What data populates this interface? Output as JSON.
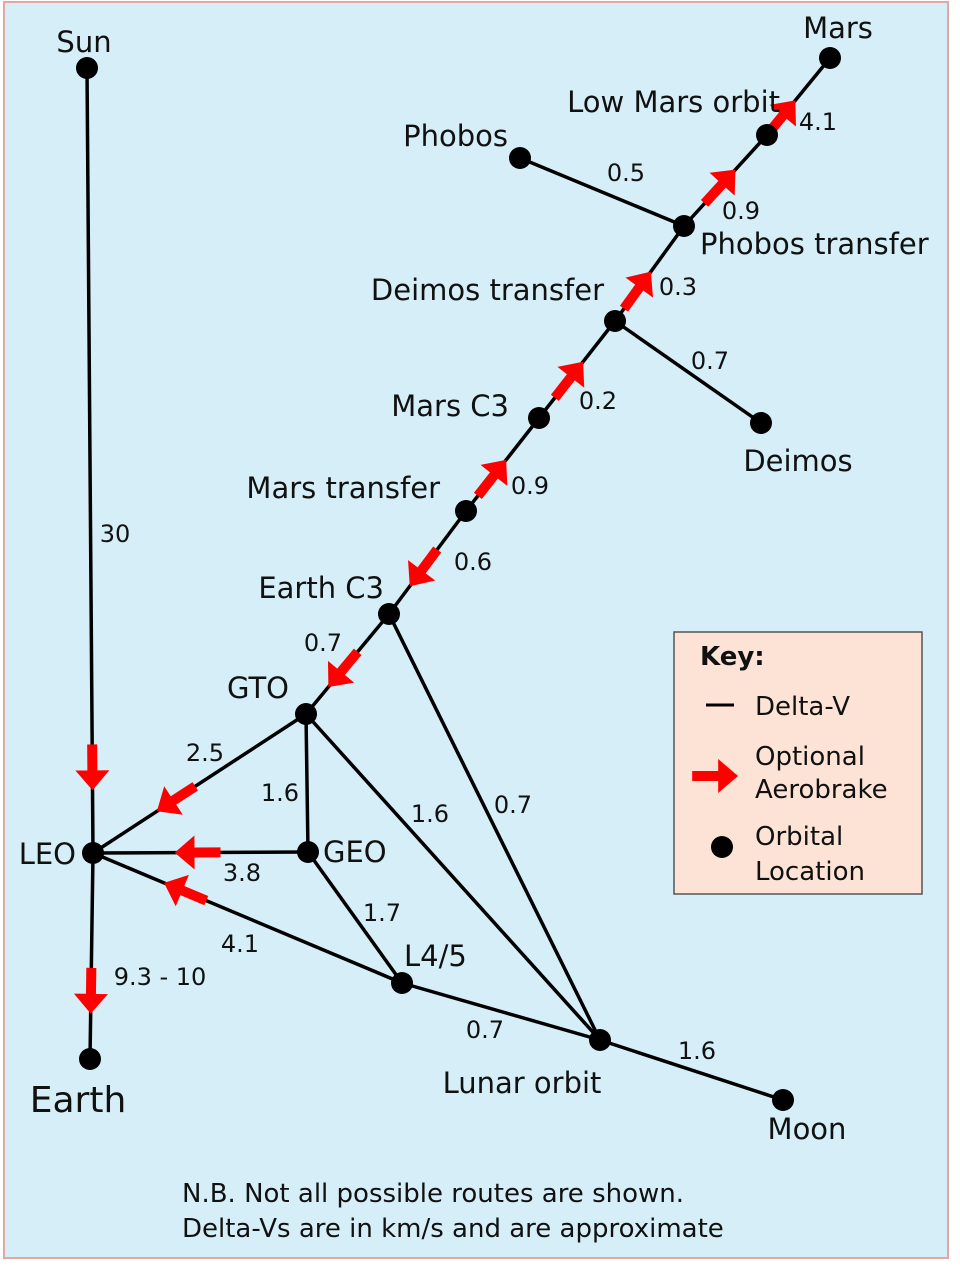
{
  "colors": {
    "background": "#d5eef7",
    "border": "#e0a9a0",
    "line": "#000000",
    "arrow": "#ff0000",
    "node": "#000000",
    "key_background": "#fde3d5"
  },
  "nodes": [
    {
      "id": "sun",
      "label": "Sun"
    },
    {
      "id": "mars",
      "label": "Mars"
    },
    {
      "id": "low-mars-orbit",
      "label": "Low Mars orbit"
    },
    {
      "id": "phobos",
      "label": "Phobos"
    },
    {
      "id": "phobos-transfer",
      "label": "Phobos transfer"
    },
    {
      "id": "deimos-transfer",
      "label": "Deimos transfer"
    },
    {
      "id": "deimos",
      "label": "Deimos"
    },
    {
      "id": "mars-c3",
      "label": "Mars C3"
    },
    {
      "id": "mars-transfer",
      "label": "Mars transfer"
    },
    {
      "id": "earth-c3",
      "label": "Earth C3"
    },
    {
      "id": "gto",
      "label": "GTO"
    },
    {
      "id": "leo",
      "label": "LEO"
    },
    {
      "id": "geo",
      "label": "GEO"
    },
    {
      "id": "l4-5",
      "label": "L4/5"
    },
    {
      "id": "lunar-orbit",
      "label": "Lunar orbit"
    },
    {
      "id": "moon",
      "label": "Moon"
    },
    {
      "id": "earth",
      "label": "Earth"
    }
  ],
  "edges": [
    {
      "from": "sun",
      "to": "leo",
      "label": "30",
      "aerobrake": true
    },
    {
      "from": "leo",
      "to": "earth",
      "label": "9.3 - 10",
      "aerobrake": true
    },
    {
      "from": "low-mars-orbit",
      "to": "mars",
      "label": "4.1",
      "aerobrake": true
    },
    {
      "from": "phobos",
      "to": "phobos-transfer",
      "label": "0.5",
      "aerobrake": false
    },
    {
      "from": "phobos-transfer",
      "to": "low-mars-orbit",
      "label": "0.9",
      "aerobrake": true
    },
    {
      "from": "deimos-transfer",
      "to": "phobos-transfer",
      "label": "0.3",
      "aerobrake": true
    },
    {
      "from": "deimos-transfer",
      "to": "deimos",
      "label": "0.7",
      "aerobrake": false
    },
    {
      "from": "mars-c3",
      "to": "deimos-transfer",
      "label": "0.2",
      "aerobrake": true
    },
    {
      "from": "mars-transfer",
      "to": "mars-c3",
      "label": "0.9",
      "aerobrake": true
    },
    {
      "from": "mars-transfer",
      "to": "earth-c3",
      "label": "0.6",
      "aerobrake": true
    },
    {
      "from": "earth-c3",
      "to": "gto",
      "label": "0.7",
      "aerobrake": true
    },
    {
      "from": "earth-c3",
      "to": "lunar-orbit",
      "label": "0.7",
      "aerobrake": false
    },
    {
      "from": "gto",
      "to": "leo",
      "label": "2.5",
      "aerobrake": true
    },
    {
      "from": "gto",
      "to": "geo",
      "label": "1.6",
      "aerobrake": false
    },
    {
      "from": "gto",
      "to": "lunar-orbit",
      "label": "1.6",
      "aerobrake": false
    },
    {
      "from": "geo",
      "to": "leo",
      "label": "3.8",
      "aerobrake": true
    },
    {
      "from": "geo",
      "to": "l4-5",
      "label": "1.7",
      "aerobrake": false
    },
    {
      "from": "l4-5",
      "to": "leo",
      "label": "4.1",
      "aerobrake": true
    },
    {
      "from": "l4-5",
      "to": "lunar-orbit",
      "label": "0.7",
      "aerobrake": false
    },
    {
      "from": "lunar-orbit",
      "to": "moon",
      "label": "1.6",
      "aerobrake": false
    }
  ],
  "key": {
    "title": "Key:",
    "delta_v": "Delta-V",
    "aerobrake_line1": "Optional",
    "aerobrake_line2": "Aerobrake",
    "location_line1": "Orbital",
    "location_line2": "Location"
  },
  "note": {
    "line1": "N.B. Not all possible routes are shown.",
    "line2": "Delta-Vs are in km/s and are approximate"
  }
}
